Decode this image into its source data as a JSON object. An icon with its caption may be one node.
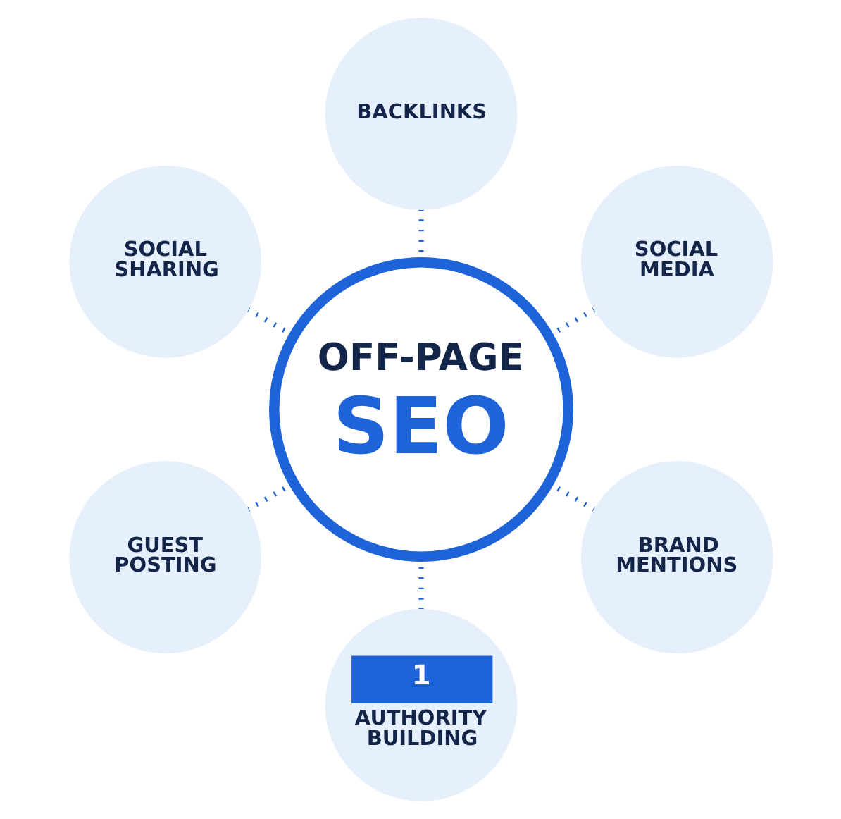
{
  "diagram": {
    "nodes": [
      {
        "text": [
          "OFF-PAGE",
          "SEO"
        ]
      },
      {
        "text": [
          "BACKLINKS"
        ]
      },
      {
        "text": [
          "SOCIAL MEDIA"
        ]
      },
      {
        "text": [
          "BRAND MENTIONS"
        ]
      },
      {
        "text": [
          "1",
          "AUTHORITY BUILDING"
        ]
      },
      {
        "text": [
          "GUEST POSTING"
        ]
      },
      {
        "text": [
          "SOCIAL SHARING"
        ]
      }
    ],
    "edges": [
      {
        "from": 0,
        "to": 1,
        "arrow": "none"
      },
      {
        "from": 0,
        "to": 2,
        "arrow": "none"
      },
      {
        "from": 0,
        "to": 3,
        "arrow": "none"
      },
      {
        "from": 0,
        "to": 4,
        "arrow": "none"
      },
      {
        "from": 0,
        "to": 5,
        "arrow": "none"
      },
      {
        "from": 0,
        "to": 6,
        "arrow": "none"
      }
    ]
  }
}
